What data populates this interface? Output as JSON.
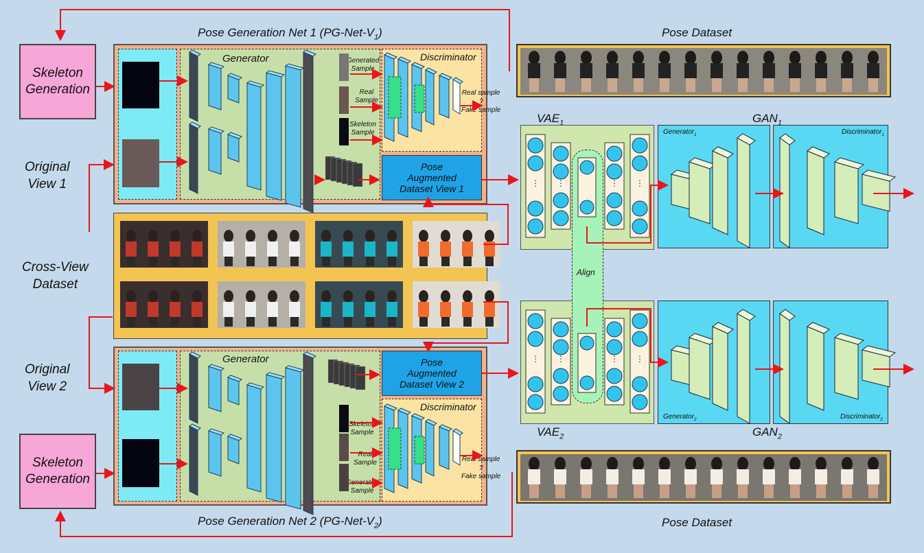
{
  "top_label": "Pose Generation Net 1 (PG-Net-V1)",
  "bottom_label": "Pose Generation Net 2 (PG-Net-V2)",
  "skeleton_generation": [
    "Skeleton",
    "Generation"
  ],
  "original_view_1": [
    "Original",
    "View 1"
  ],
  "original_view_2": [
    "Original",
    "View 2"
  ],
  "cross_view_dataset": [
    "Cross-View",
    "Dataset"
  ],
  "pose_dataset": "Pose Dataset",
  "generator": "Generator",
  "discriminator": "Discriminator",
  "samples_top": [
    "Generated",
    "Sample",
    "Real",
    "Sample",
    "Skeleton",
    "Sample"
  ],
  "samples_bottom": [
    "Skeleton",
    "Sample",
    "Real",
    "Sample",
    "Generated",
    "Sample"
  ],
  "real_sample": "Real sample",
  "question": "?",
  "fake_sample": "Fake sample",
  "aug_view_1": [
    "Pose",
    "Augmented",
    "Dataset View 1"
  ],
  "aug_view_2": [
    "Pose",
    "Augmented",
    "Dataset View 2"
  ],
  "vae1": "VAE1",
  "vae2": "VAE2",
  "gan1": "GAN1",
  "gan2": "GAN2",
  "align": "Align",
  "generator1": "Generator1",
  "generator2": "Generator2",
  "discriminator1": "Discriminator1",
  "discriminator2": "Discriminator2",
  "colors": {
    "arrow": "#e8161a",
    "cyan": "#7eeaf5",
    "pink": "#f7a6d8",
    "green": "#c6dfa8",
    "yellow": "#fbe3a4",
    "blue": "#1fa3e6"
  }
}
